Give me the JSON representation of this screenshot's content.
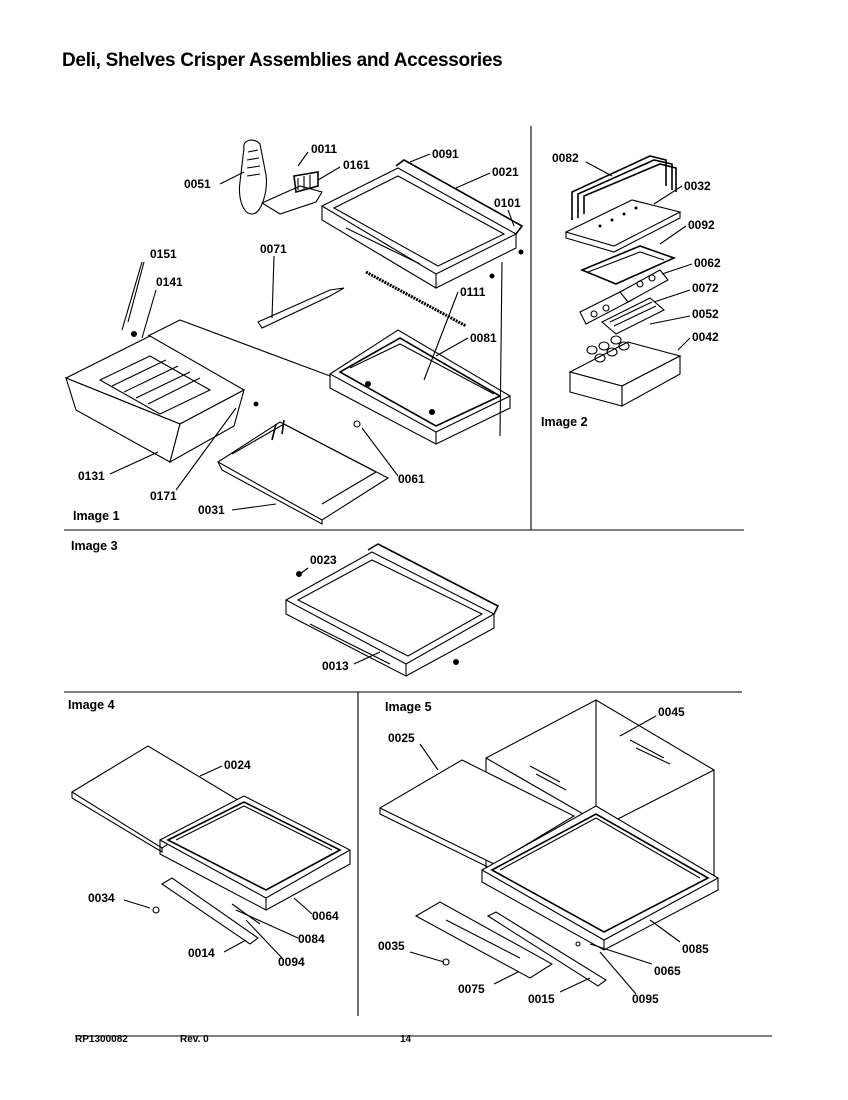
{
  "title": "Deli, Shelves Crisper Assemblies and Accessories",
  "images": [
    {
      "label": "Image 1",
      "parts": [
        "0011",
        "0161",
        "0051",
        "0091",
        "0021",
        "0101",
        "0071",
        "0151",
        "0141",
        "0111",
        "0081",
        "0131",
        "0171",
        "0031",
        "0061"
      ]
    },
    {
      "label": "Image 2",
      "parts": [
        "0082",
        "0032",
        "0092",
        "0062",
        "0072",
        "0052",
        "0042"
      ]
    },
    {
      "label": "Image 3",
      "parts": [
        "0023",
        "0013"
      ]
    },
    {
      "label": "Image 4",
      "parts": [
        "0024",
        "0034",
        "0064",
        "0084",
        "0014",
        "0094"
      ]
    },
    {
      "label": "Image 5",
      "parts": [
        "0045",
        "0025",
        "0085",
        "0035",
        "0065",
        "0075",
        "0015",
        "0095"
      ]
    }
  ],
  "footer": {
    "doc_id": "RP1300082",
    "rev": "Rev. 0",
    "page": "14"
  }
}
